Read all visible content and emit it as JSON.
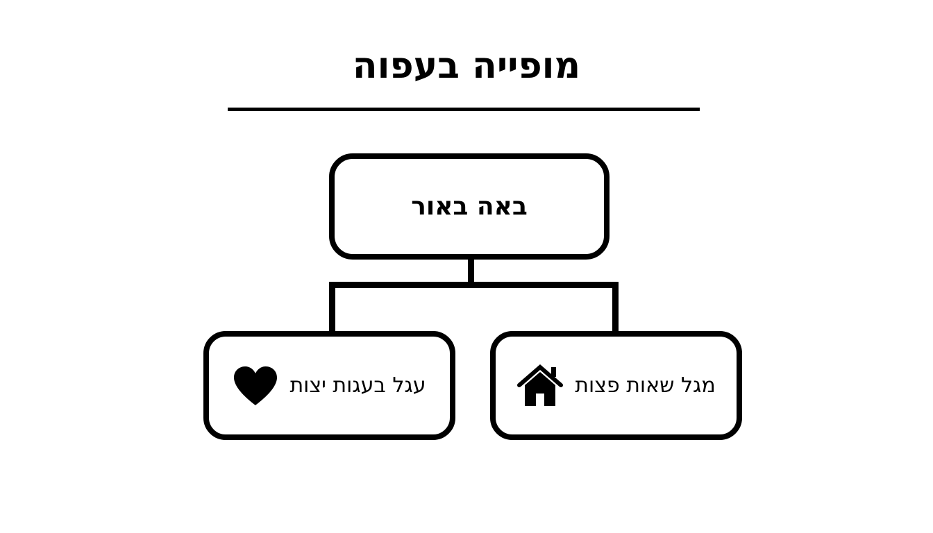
{
  "title": "מופייה בעפוה",
  "diagram": {
    "root": {
      "label": "באה באור"
    },
    "children": [
      {
        "label": "מגל שאות פצות",
        "icon": "house-icon"
      },
      {
        "label": "עגל בעגות יצות",
        "icon": "heart-icon"
      }
    ]
  }
}
